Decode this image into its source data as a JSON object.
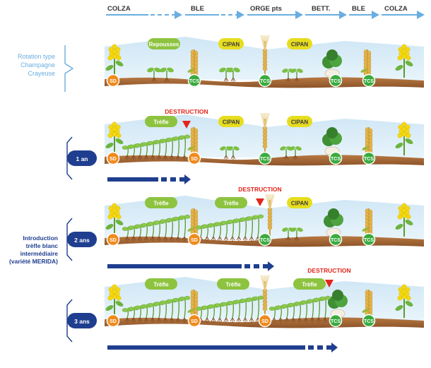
{
  "header": {
    "crops": [
      {
        "label": "COLZA"
      },
      {
        "label": "BLE"
      },
      {
        "label": "ORGE pts"
      },
      {
        "label": "BETT."
      },
      {
        "label": "BLE"
      },
      {
        "label": "COLZA"
      }
    ]
  },
  "left_labels": {
    "rotation_type": [
      "Rotation type",
      "Champagne",
      "Crayeuse"
    ],
    "introduction": [
      "Introduction",
      "trèfle blanc",
      "intermédiaire",
      "(variété MERIDA)"
    ]
  },
  "rows": [
    {
      "id": "rotation",
      "badge": "",
      "pills": [
        {
          "label": "Repousses",
          "kind": "green"
        },
        {
          "label": "CIPAN",
          "kind": "yellow"
        },
        {
          "label": "CIPAN",
          "kind": "yellow"
        }
      ],
      "markers": [
        "SD",
        "TCS",
        "TCS",
        "TCS",
        "TCS"
      ],
      "destruction": ""
    },
    {
      "id": "an1",
      "badge": "1 an",
      "pills": [
        {
          "label": "Trèfle",
          "kind": "green"
        },
        {
          "label": "CIPAN",
          "kind": "yellow"
        },
        {
          "label": "CIPAN",
          "kind": "yellow"
        }
      ],
      "markers": [
        "SD",
        "SD",
        "TCS",
        "TCS",
        "TCS"
      ],
      "destruction": "DESTRUCTION"
    },
    {
      "id": "an2",
      "badge": "2 ans",
      "pills": [
        {
          "label": "Trèfle",
          "kind": "green"
        },
        {
          "label": "Trèfle",
          "kind": "green"
        },
        {
          "label": "CIPAN",
          "kind": "yellow"
        }
      ],
      "markers": [
        "SD",
        "SD",
        "TCS",
        "TCS",
        "TCS"
      ],
      "destruction": "DESTRUCTION"
    },
    {
      "id": "an3",
      "badge": "3 ans",
      "pills": [
        {
          "label": "Trèfle",
          "kind": "green"
        },
        {
          "label": "Trèfle",
          "kind": "green"
        },
        {
          "label": "Trèfle",
          "kind": "green"
        }
      ],
      "markers": [
        "SD",
        "SD",
        "SD",
        "TCS",
        "TCS"
      ],
      "destruction": "DESTRUCTION"
    }
  ],
  "colors": {
    "header_arrow": "#6aaee0",
    "sky_band": "#d9ecf7",
    "soil": "#a0663a",
    "soil_light": "#c48a55",
    "pill_green": "#8dc33f",
    "pill_yellow": "#e7dd1f",
    "marker_sd": "#f08a1c",
    "marker_tcs": "#3aab3e",
    "destruction_text": "#e3241b",
    "destruction_triangle": "#e3241b",
    "timeline_arrow": "#1f3e8f",
    "badge_fill": "#1f3e8f",
    "left_text_light": "#6aaee0",
    "left_text_dark": "#1f3e8f"
  },
  "icons": [
    "colza-plant-icon",
    "wheat-ear-icon",
    "barley-ear-icon",
    "sugar-beet-icon",
    "seedling-icon",
    "clover-icon",
    "destruction-triangle-icon"
  ]
}
